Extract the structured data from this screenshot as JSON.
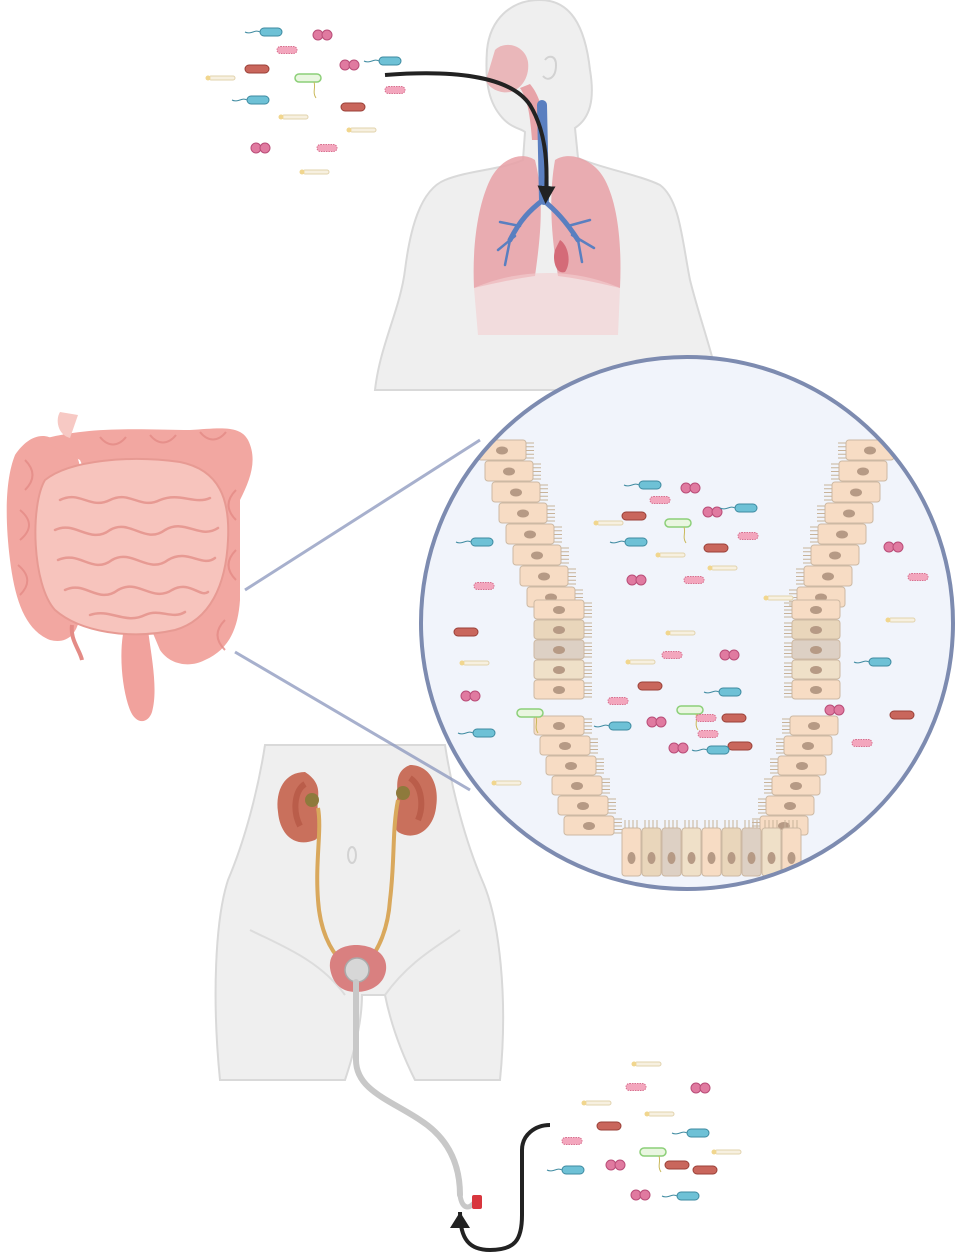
{
  "figure": {
    "panels": [
      {
        "id": "respiratory",
        "route": "inhalation"
      },
      {
        "id": "intestinal",
        "route": "gut-lumen-magnified"
      },
      {
        "id": "urinary",
        "route": "urinary-catheter"
      }
    ],
    "bacteria_types": [
      "rod-blue",
      "rod-red",
      "rod-green-flagellated",
      "diplococcus-pink",
      "spiky-rod-pink",
      "spirochete-yellow"
    ]
  },
  "colors": {
    "body_fill": "#efefef",
    "body_outline": "#d6d6d6",
    "lung": "#e8a0a6",
    "bronchi": "#5a7fc0",
    "arrow": "#222222",
    "intestine": "#f4b2ab",
    "intestine_dark": "#e48b86",
    "magnifier_ring": "#7d8bb0",
    "lumen": "#f1f4fb",
    "epithelium": [
      "#f7dcc4",
      "#e9d6bb",
      "#ddd0c4",
      "#efe0c8"
    ],
    "nucleus": "#b69a85",
    "kidney": "#c9705c",
    "ureter": "#d9a85c",
    "bladder": "#d98080",
    "catheter": "#cfcfcf",
    "catheter_tip": "#d8363e",
    "bact_blue": "#6ec1d6",
    "bact_red": "#c9665c",
    "bact_green": "#8ccf78",
    "bact_pink": "#e07aa0",
    "bact_yellow": "#f1d68e"
  },
  "icons": [
    "human-torso",
    "lungs",
    "trachea",
    "colon",
    "small-intestine",
    "kidney",
    "bladder",
    "catheter",
    "magnifier",
    "bacterium"
  ]
}
